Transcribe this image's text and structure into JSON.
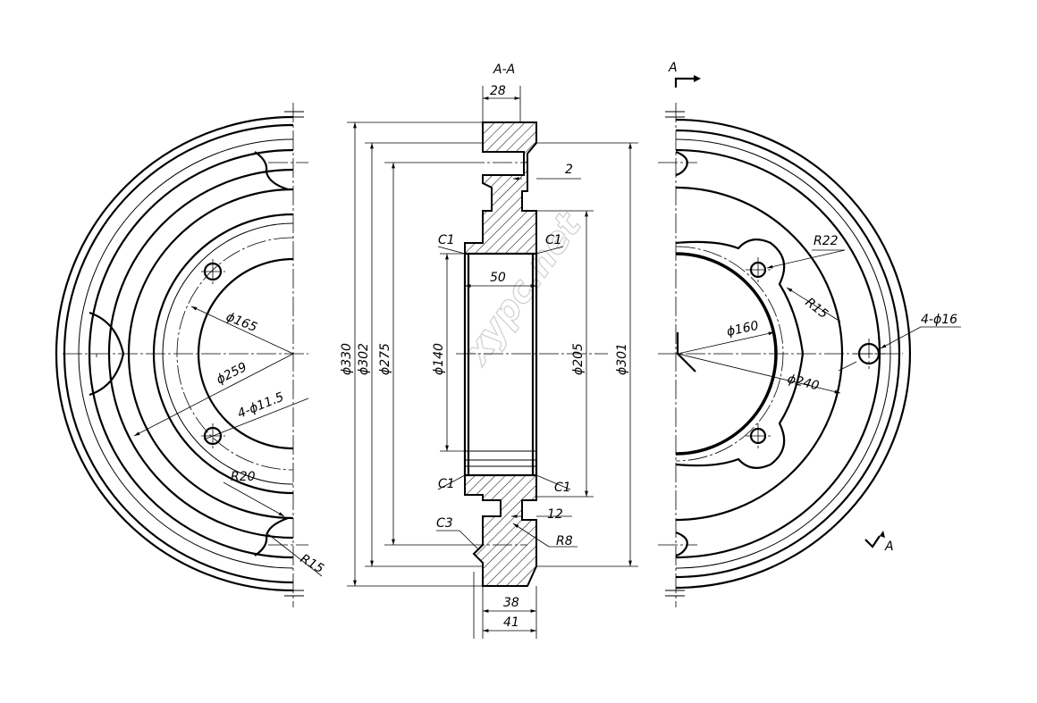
{
  "section_title": "A-A",
  "view_marker": "A",
  "section_arrow_label": "A",
  "watermark": "xypc.net",
  "left_view": {
    "labels": {
      "d165": "ϕ165",
      "d259": "ϕ259",
      "holes": "4-ϕ11.5",
      "r20": "R20",
      "r15": "R15"
    }
  },
  "section_view": {
    "labels": {
      "w28": "28",
      "gap2": "2",
      "c1_a": "C1",
      "c1_b": "C1",
      "c1_c": "C1",
      "c1_d": "C1",
      "w50": "50",
      "d330": "ϕ330",
      "d302": "ϕ302",
      "d275": "ϕ275",
      "d140": "ϕ140",
      "d205": "ϕ205",
      "d301": "ϕ301",
      "w12": "12",
      "c3": "C3",
      "r8": "R8",
      "w38": "38",
      "w41": "41"
    }
  },
  "right_view": {
    "labels": {
      "r22": "R22",
      "r15": "R15",
      "holes": "4-ϕ16",
      "d160": "ϕ160",
      "d240": "ϕ240"
    }
  }
}
